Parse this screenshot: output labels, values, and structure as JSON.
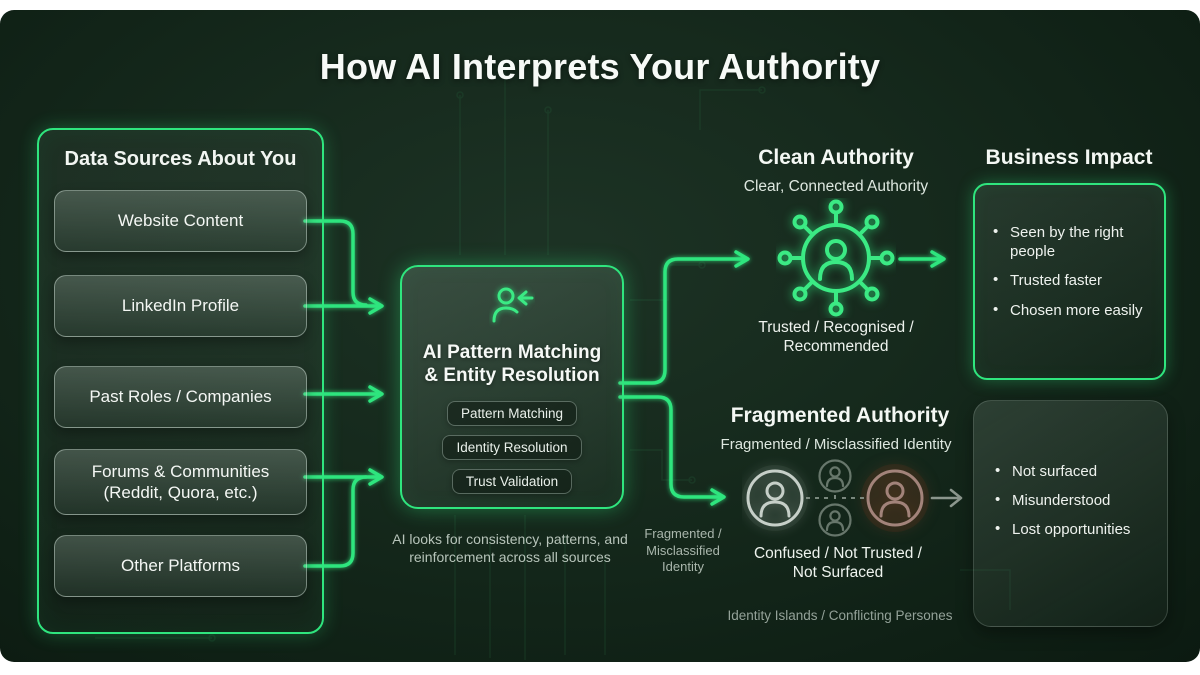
{
  "title": "How AI Interprets Your Authority",
  "data_sources": {
    "heading": "Data Sources About You",
    "items": [
      "Website Content",
      "LinkedIn Profile",
      "Past Roles / Companies",
      "Forums & Communities (Reddit, Quora, etc.)",
      "Other Platforms"
    ]
  },
  "ai_engine": {
    "icon": "user-scan-icon",
    "title_line1": "AI Pattern Matching",
    "title_line2": "& Entity Resolution",
    "pills": [
      "Pattern Matching",
      "Identity Resolution",
      "Trust Validation"
    ],
    "caption": "AI looks for consistency, patterns, and reinforcement across all sources"
  },
  "fragment_path_label": "Fragmented / Misclassified Identity",
  "clean_authority": {
    "heading": "Clean Authority",
    "subtitle": "Clear, Connected Authority",
    "icon": "connected-identity-network-icon",
    "result_line1": "Trusted / Recognised /",
    "result_line2": "Recommended"
  },
  "business_impact": {
    "heading": "Business Impact",
    "bullets": [
      "Seen by the right people",
      "Trusted faster",
      "Chosen more easily"
    ]
  },
  "fragmented_authority": {
    "heading": "Fragmented Authority",
    "subtitle": "Fragmented / Misclassified Identity",
    "icon": "disconnected-identities-icon",
    "result_line1": "Confused / Not Trusted /",
    "result_line2": "Not Surfaced",
    "footnote": "Identity Islands / Conflicting Persones"
  },
  "negative_impact": {
    "bullets": [
      "Not surfaced",
      "Misunderstood",
      "Lost opportunities"
    ]
  },
  "colors": {
    "accent_green": "#2fe57e",
    "canvas_green": "#14251a",
    "warning_brown": "#a0756a",
    "text_primary": "#f4f8f4",
    "text_muted": "#a9b6ac"
  }
}
